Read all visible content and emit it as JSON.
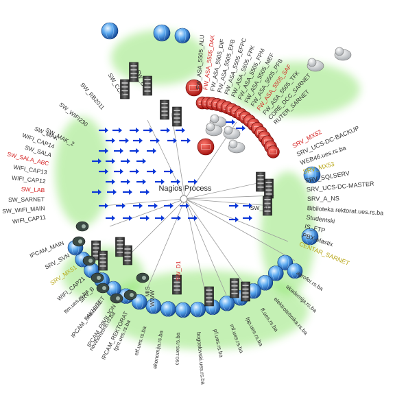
{
  "center": {
    "label": "Nagios Process"
  },
  "colors": {
    "ok": "#333333",
    "critical": "#d42020",
    "warning": "#b8a616",
    "halo": "#7ee05a",
    "link": "#0a36d8",
    "edge": "#9a9a9a",
    "firewall": "#c0140e"
  },
  "labels": {
    "top_right": [
      {
        "text": "FW_ASA_5505_ALU",
        "status": "ok"
      },
      {
        "text": "FW_ASA_5505_DAK",
        "status": "critical"
      },
      {
        "text": "FW_ASA_5505_DIF",
        "status": "ok"
      },
      {
        "text": "FW_ASA_5505_EFB",
        "status": "ok"
      },
      {
        "text": "FW_ASA_5505_EFPC",
        "status": "ok"
      },
      {
        "text": "FW_ASA_5505_FPK",
        "status": "ok"
      },
      {
        "text": "FW_ASA_5505_FPM",
        "status": "ok"
      },
      {
        "text": "FW_ASA_5505_MEF",
        "status": "ok"
      },
      {
        "text": "FW_ASA_5505_PFB",
        "status": "ok"
      },
      {
        "text": "FW_ASA_5505_SAF",
        "status": "critical"
      },
      {
        "text": "FW_ASA_5505_TFK",
        "status": "ok"
      },
      {
        "text": "CORE_DCC_SARNET",
        "status": "ok"
      },
      {
        "text": "RUTER_SARNET",
        "status": "ok"
      }
    ],
    "right": [
      {
        "text": "SRV_MX52",
        "status": "critical"
      },
      {
        "text": "SRV_UCS-DC-BACKUP",
        "status": "ok"
      },
      {
        "text": "WEB46.ues.rs.ba",
        "status": "ok"
      },
      {
        "text": "SRV_MX53",
        "status": "warning"
      },
      {
        "text": "SRV_SQLSERV",
        "status": "ok"
      },
      {
        "text": "SRV_UCS-DC-MASTER",
        "status": "ok"
      },
      {
        "text": "SRV_A_NS",
        "status": "ok"
      },
      {
        "text": "Biblioteka rektorat.ues.rs.ba",
        "status": "ok"
      },
      {
        "text": "Studentski",
        "status": "ok"
      },
      {
        "text": "IS_FTP",
        "status": "ok"
      },
      {
        "text": "PBX-elastix",
        "status": "ok"
      },
      {
        "text": "CENTAR_SARNET",
        "status": "warning"
      }
    ],
    "bottom": [
      {
        "text": "agrofor.rs.ba",
        "status": "ok"
      },
      {
        "text": "akademija.rs.ba",
        "status": "ok"
      },
      {
        "text": "elektrotehnika.rs.ba",
        "status": "ok"
      },
      {
        "text": "ff.ues.rs.ba",
        "status": "ok"
      },
      {
        "text": "fpp.ues.rs.ba",
        "status": "ok"
      },
      {
        "text": "mf.ues.rs.ba",
        "status": "ok"
      },
      {
        "text": "pf.ues.rs.ba",
        "status": "ok"
      },
      {
        "text": "bogoslovski.ues.rs.ba",
        "status": "ok"
      },
      {
        "text": "cso.ues.rs.ba",
        "status": "ok"
      },
      {
        "text": "ekonomija.rs.ba",
        "status": "ok"
      },
      {
        "text": "etf.ues.rs.ba",
        "status": "ok"
      },
      {
        "text": "fpm.ues.rs.ba",
        "status": "ok"
      },
      {
        "text": "novihorizonti.rs.ba",
        "status": "ok"
      },
      {
        "text": "ms.rs.ba",
        "status": "ok"
      },
      {
        "text": "ftm.ues.rs.ba",
        "status": "ok"
      }
    ],
    "bottom_left": [
      {
        "text": "IPCAM_REKTORAT",
        "status": "ok"
      },
      {
        "text": "IPCAM_PAVILJON",
        "status": "ok"
      },
      {
        "text": "IPCAM_FAKULTET",
        "status": "ok"
      },
      {
        "text": "SRV_B",
        "status": "ok"
      },
      {
        "text": "WIFI_CAP21",
        "status": "ok"
      },
      {
        "text": "SRV_MX51",
        "status": "warning"
      },
      {
        "text": "SRV_SVN",
        "status": "ok"
      },
      {
        "text": "IPCAM_MAIN",
        "status": "ok"
      }
    ],
    "left": [
      {
        "text": "WIFI_CAP11",
        "status": "ok"
      },
      {
        "text": "SW_WIFI_MAIN",
        "status": "ok"
      },
      {
        "text": "SW_SARNET",
        "status": "ok"
      },
      {
        "text": "SW_LAB",
        "status": "critical"
      },
      {
        "text": "WIFI_CAP12",
        "status": "ok"
      },
      {
        "text": "WIFI_CAP13",
        "status": "ok"
      },
      {
        "text": "SW_SALA_ABC",
        "status": "critical"
      },
      {
        "text": "SW_SALA",
        "status": "ok"
      },
      {
        "text": "WIFI_CAP14",
        "status": "ok"
      },
      {
        "text": "SW_MAK",
        "status": "ok"
      }
    ],
    "top_left": [
      {
        "text": "SW_MAK_2",
        "status": "ok"
      },
      {
        "text": "SW_WIFI230",
        "status": "ok"
      },
      {
        "text": "SW_RB2011",
        "status": "ok"
      },
      {
        "text": "SW_CCR",
        "status": "ok"
      },
      {
        "text": "SW_D",
        "status": "ok"
      }
    ],
    "inner": [
      {
        "text": "SW_AI",
        "status": "ok"
      },
      {
        "text": "SW_D1",
        "status": "critical"
      },
      {
        "text": "MIS",
        "status": "ok"
      },
      {
        "text": "WWW",
        "status": "ok"
      }
    ]
  }
}
